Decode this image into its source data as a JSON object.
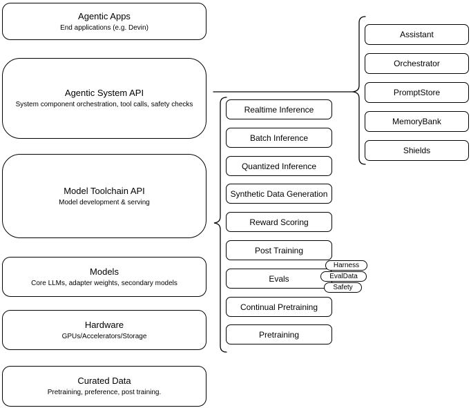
{
  "diagram": {
    "left_column": [
      {
        "title": "Agentic Apps",
        "subtitle": "End applications (e.g. Devin)"
      },
      {
        "title": "Agentic System API",
        "subtitle": "System component orchestration, tool calls, safety checks"
      },
      {
        "title": "Model Toolchain API",
        "subtitle": "Model development & serving"
      },
      {
        "title": "Models",
        "subtitle": "Core LLMs, adapter weights, secondary models"
      },
      {
        "title": "Hardware",
        "subtitle": "GPUs/Accelerators/Storage"
      },
      {
        "title": "Curated Data",
        "subtitle": "Pretraining, preference, post training."
      }
    ],
    "toolchain_nodes": [
      "Realtime Inference",
      "Batch Inference",
      "Quantized Inference",
      "Synthetic Data Generation",
      "Reward Scoring",
      "Post Training",
      "Evals",
      "Continual Pretraining",
      "Pretraining"
    ],
    "eval_tags": [
      "Harness",
      "EvalData",
      "Safety"
    ],
    "agentic_nodes": [
      "Assistant",
      "Orchestrator",
      "PromptStore",
      "MemoryBank",
      "Shields"
    ],
    "colors": {
      "stroke": "#000000",
      "background": "#ffffff",
      "text": "#000000"
    }
  }
}
